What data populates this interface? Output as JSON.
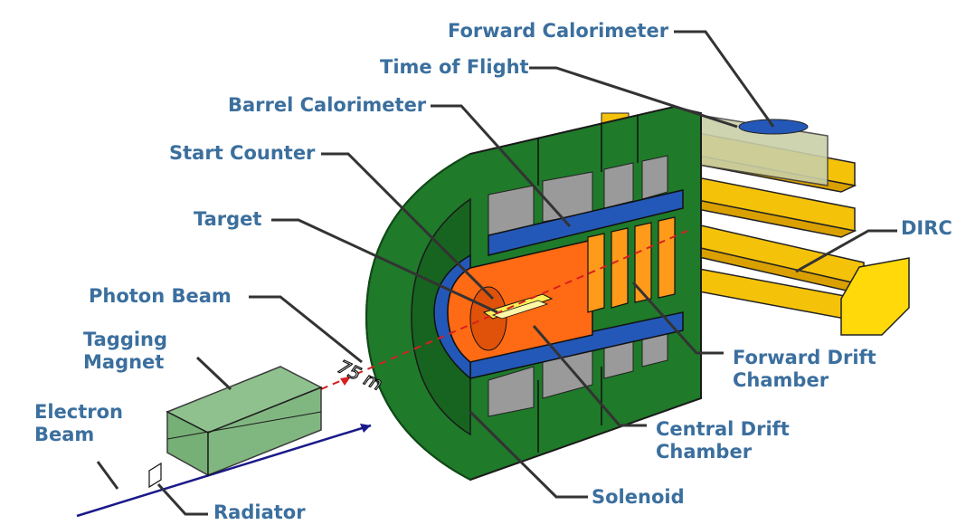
{
  "labels": {
    "forward_calorimeter": "Forward Calorimeter",
    "time_of_flight": "Time of Flight",
    "barrel_calorimeter": "Barrel Calorimeter",
    "start_counter": "Start Counter",
    "target": "Target",
    "photon_beam": "Photon Beam",
    "tagging_magnet_line1": "Tagging",
    "tagging_magnet_line2": "Magnet",
    "electron_beam_line1": "Electron",
    "electron_beam_line2": "Beam",
    "radiator": "Radiator",
    "dirc": "DIRC",
    "forward_drift_chamber_line1": "Forward Drift",
    "forward_drift_chamber_line2": "Chamber",
    "central_drift_chamber_line1": "Central Drift",
    "central_drift_chamber_line2": "Chamber",
    "solenoid": "Solenoid"
  },
  "distance_marker": "75 m",
  "colors": {
    "label_text": "#3b6f9e",
    "leader_line": "#333333",
    "solenoid_green": "#1f7a2a",
    "barrel_blue": "#2458b8",
    "drift_orange": "#ff6a14",
    "forward_orange": "#ff9a1a",
    "dirc_yellow": "#f5c20a",
    "magnet_green": "#5fa35f",
    "electron_beam": "#1a1aa8",
    "photon_beam": "#d62020"
  }
}
